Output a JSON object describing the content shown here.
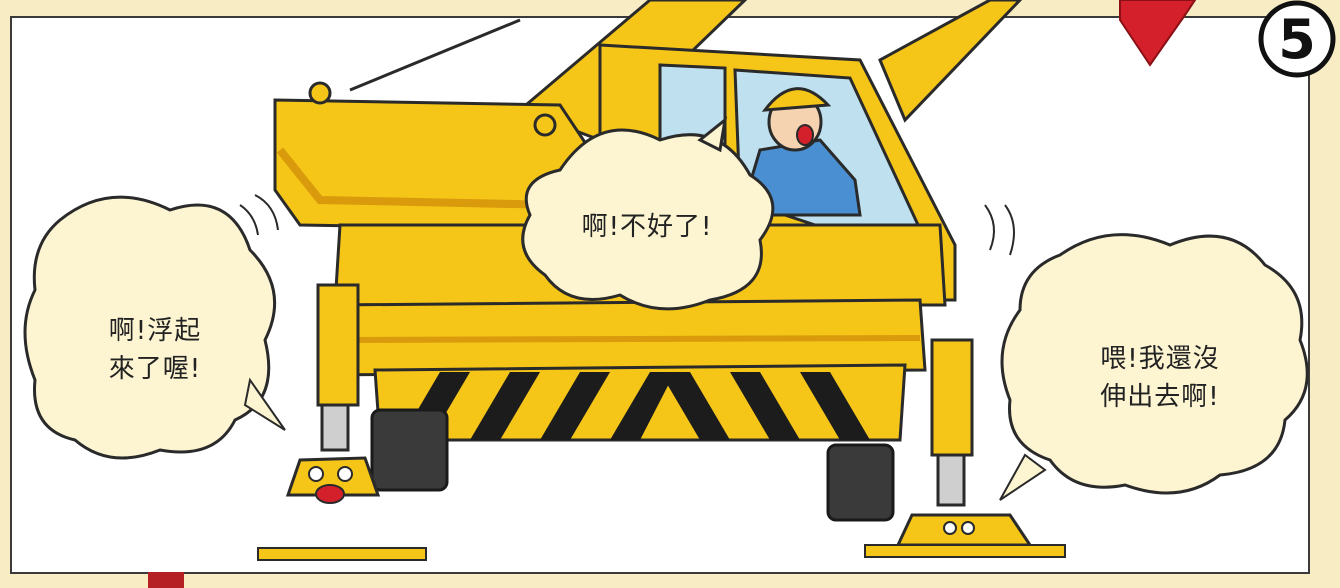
{
  "panel": {
    "number": "5"
  },
  "bubbles": {
    "center": {
      "text": "啊!不好了!"
    },
    "left": {
      "line1": "啊!浮起",
      "line2": "來了喔!"
    },
    "right": {
      "line1": "喂!我還沒",
      "line2": "伸出去啊!"
    }
  },
  "colors": {
    "background": "#f7ecc4",
    "crane_yellow": "#f5c518",
    "crane_shadow": "#d99a0c",
    "bubble_fill": "#fdf5d2",
    "arrow_red": "#d3202a",
    "stripe_black": "#1c1c1c",
    "worker_blue": "#4a8fd1"
  }
}
